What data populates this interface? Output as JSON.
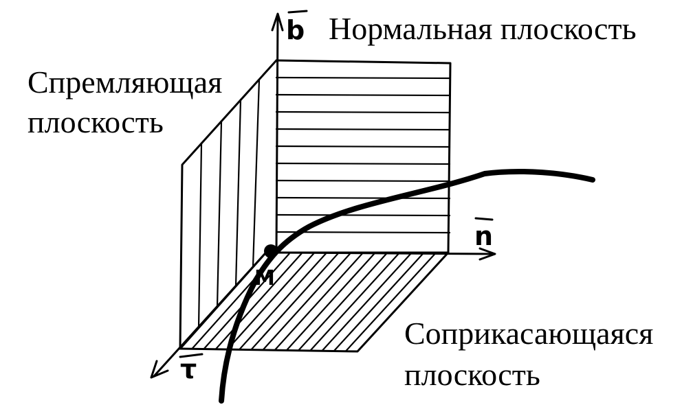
{
  "labels": {
    "normal_plane": "Нормальная плоскость",
    "rectifying_plane_line1": "Спремляющая",
    "rectifying_plane_line2": "плоскость",
    "osculating_plane_line1": "Соприкасающаяся",
    "osculating_plane_line2": "плоскость"
  },
  "axes": {
    "binormal": "b",
    "normal": "n",
    "tangent": "τ"
  },
  "point": "M",
  "colors": {
    "ink": "#000000",
    "background": "#ffffff"
  }
}
